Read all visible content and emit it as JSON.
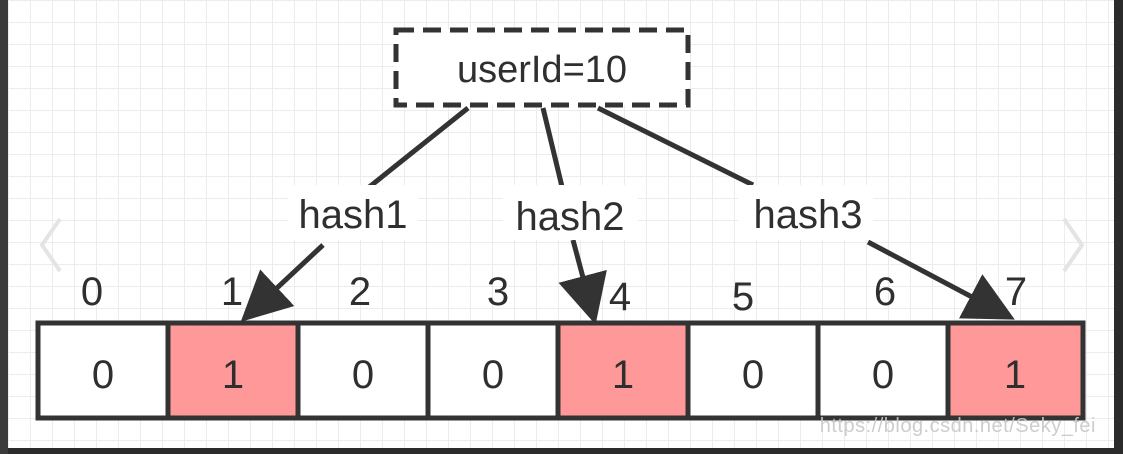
{
  "diagram": {
    "source_box_label": "userId=10",
    "hash_labels": [
      "hash1",
      "hash2",
      "hash3"
    ],
    "index_labels": [
      "0",
      "1",
      "2",
      "3",
      "4",
      "5",
      "6",
      "7"
    ],
    "cell_values": [
      "0",
      "1",
      "0",
      "0",
      "1",
      "0",
      "0",
      "1"
    ],
    "highlight_color": "#ff9999",
    "cell_color": "#ffffff",
    "line_color": "#333333"
  },
  "watermark": "https://blog.csdn.net/Seky_fei",
  "icons": {
    "prev": "chevron-left-icon",
    "next": "chevron-right-icon"
  }
}
